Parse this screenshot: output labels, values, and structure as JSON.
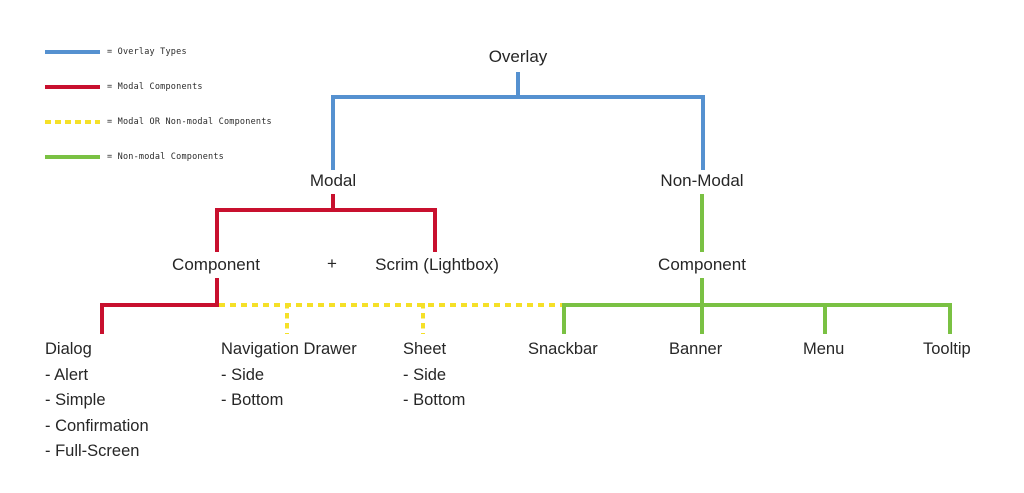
{
  "colors": {
    "overlay_blue": "#5591d0",
    "modal_red": "#c8102e",
    "both_yellow": "#f5e027",
    "nonmodal_green": "#7ac143",
    "text": "#262626"
  },
  "legend": {
    "items": [
      {
        "label": "= Overlay Types",
        "color": "#5591d0",
        "style": "solid",
        "name": "overlay-types"
      },
      {
        "label": "= Modal Components",
        "color": "#c8102e",
        "style": "solid",
        "name": "modal-components"
      },
      {
        "label": "= Modal OR Non-modal Components",
        "color": "#f5e027",
        "style": "dashed",
        "name": "modal-or-non-modal-components"
      },
      {
        "label": "= Non-modal Components",
        "color": "#7ac143",
        "style": "solid",
        "name": "non-modal-components"
      }
    ]
  },
  "diagram": {
    "root": "Overlay",
    "branches": {
      "modal": "Modal",
      "non_modal": "Non-Modal"
    },
    "modal_parts": {
      "component": "Component",
      "plus": "+",
      "scrim": "Scrim (Lightbox)"
    },
    "non_modal_parts": {
      "component": "Component"
    },
    "leaves": [
      {
        "title": "Dialog",
        "items": [
          "- Alert",
          "- Simple",
          "- Confirmation",
          "- Full-Screen"
        ],
        "connector": "modal"
      },
      {
        "title": "Navigation Drawer",
        "items": [
          "- Side",
          "- Bottom"
        ],
        "connector": "both"
      },
      {
        "title": "Sheet",
        "items": [
          "- Side",
          "- Bottom"
        ],
        "connector": "both"
      },
      {
        "title": "Snackbar",
        "items": [],
        "connector": "non-modal"
      },
      {
        "title": "Banner",
        "items": [],
        "connector": "non-modal"
      },
      {
        "title": "Menu",
        "items": [],
        "connector": "non-modal"
      },
      {
        "title": "Tooltip",
        "items": [],
        "connector": "non-modal"
      }
    ]
  }
}
